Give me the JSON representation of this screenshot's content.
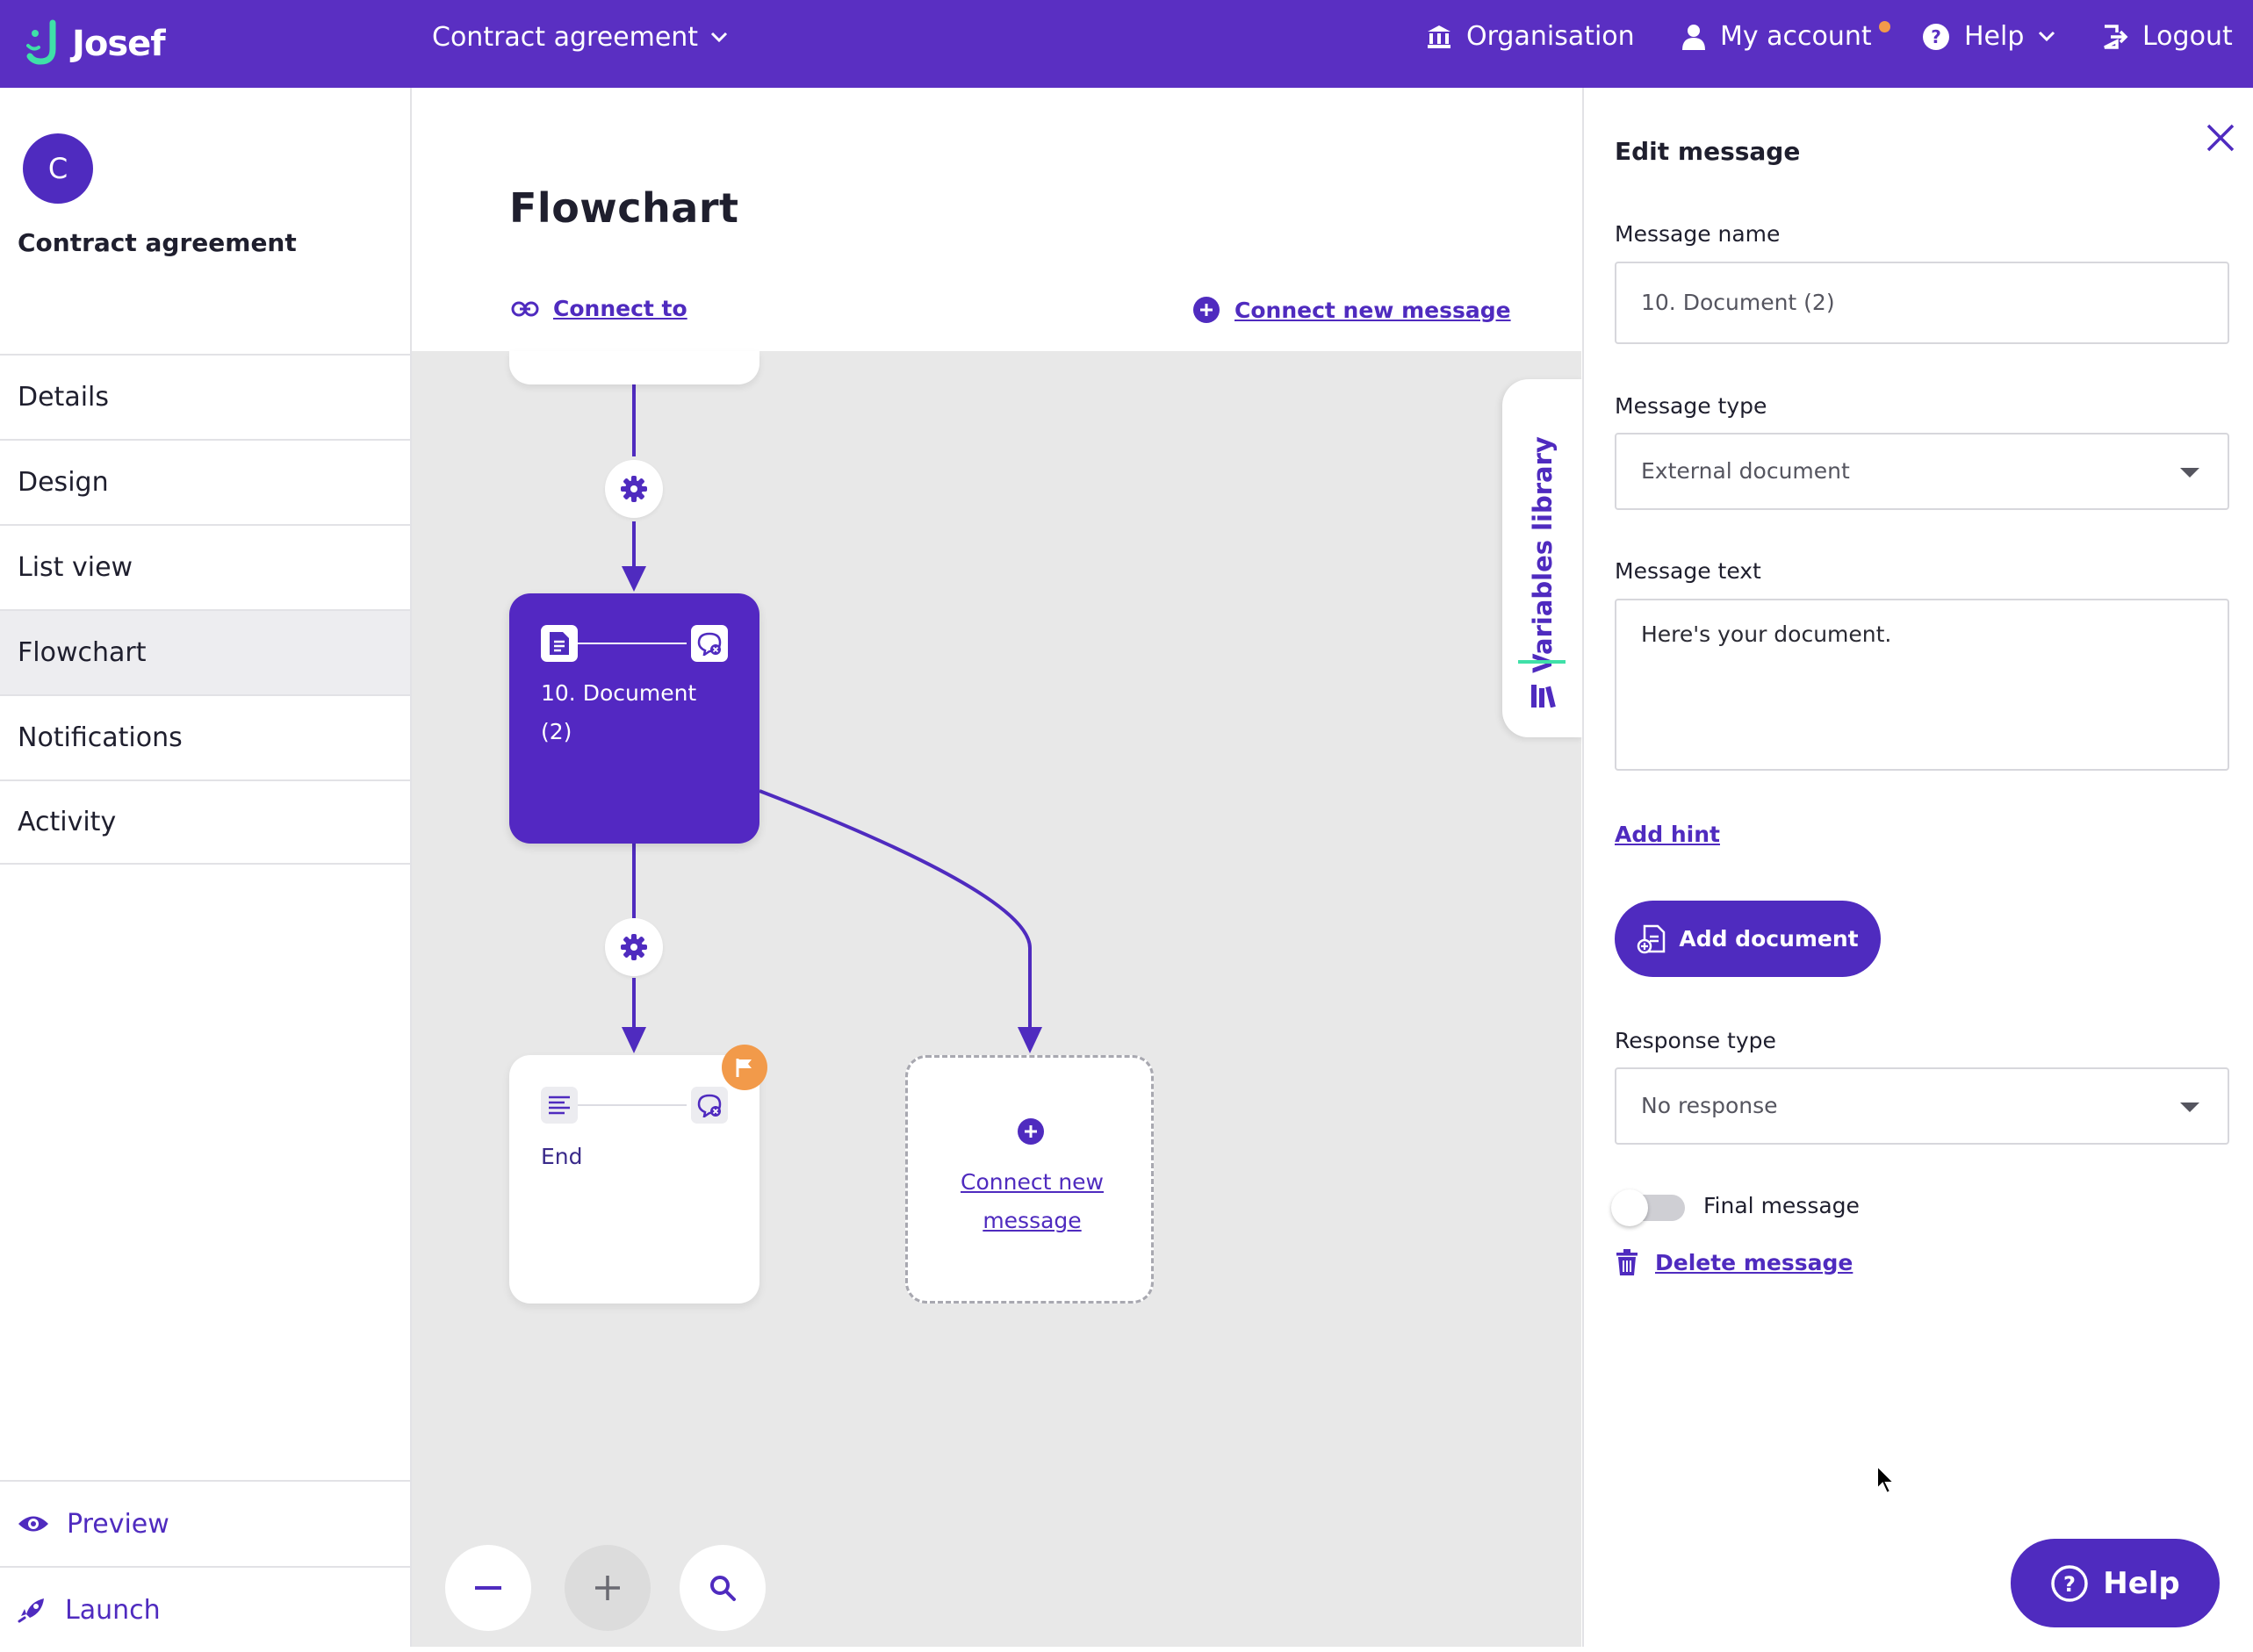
{
  "app": {
    "name": "Josef"
  },
  "topbar": {
    "project_switcher": "Contract agreement",
    "organisation": "Organisation",
    "my_account": "My account",
    "help": "Help",
    "logout": "Logout"
  },
  "sidebar": {
    "avatar_initial": "C",
    "project_name": "Contract agreement",
    "items": [
      {
        "label": "Details"
      },
      {
        "label": "Design"
      },
      {
        "label": "List view"
      },
      {
        "label": "Flowchart",
        "active": true
      },
      {
        "label": "Notifications"
      },
      {
        "label": "Activity"
      }
    ],
    "preview": "Preview",
    "launch": "Launch"
  },
  "main": {
    "title": "Flowchart",
    "connect_to": "Connect to",
    "connect_new_message": "Connect new message"
  },
  "flowchart": {
    "nodes": {
      "document": {
        "label": "10. Document (2)"
      },
      "end": {
        "label": "End"
      },
      "new": {
        "label": "Connect new message"
      }
    },
    "icons": [
      "gear-icon",
      "document-icon",
      "chat-icon",
      "text-lines-icon",
      "flag-icon",
      "plus-circle-icon"
    ]
  },
  "variables_tab": {
    "label": "Variables library"
  },
  "zoom_controls": [
    "zoom-out",
    "zoom-in",
    "search"
  ],
  "edit_panel": {
    "title": "Edit message",
    "message_name_label": "Message name",
    "message_name_value": "10. Document (2)",
    "message_type_label": "Message type",
    "message_type_value": "External document",
    "message_text_label": "Message text",
    "message_text_value": "Here's your document.",
    "add_hint": "Add hint",
    "add_document": "Add document",
    "response_type_label": "Response type",
    "response_type_value": "No response",
    "final_message_label": "Final message",
    "final_message_on": false,
    "delete_message": "Delete message"
  },
  "help_button": "Help",
  "colors": {
    "brand": "#5a2fc2",
    "accent": "#4f2bbf",
    "logo_green": "#3fe0a8",
    "notification": "#f29a4a",
    "canvas": "#e8e8e8"
  }
}
